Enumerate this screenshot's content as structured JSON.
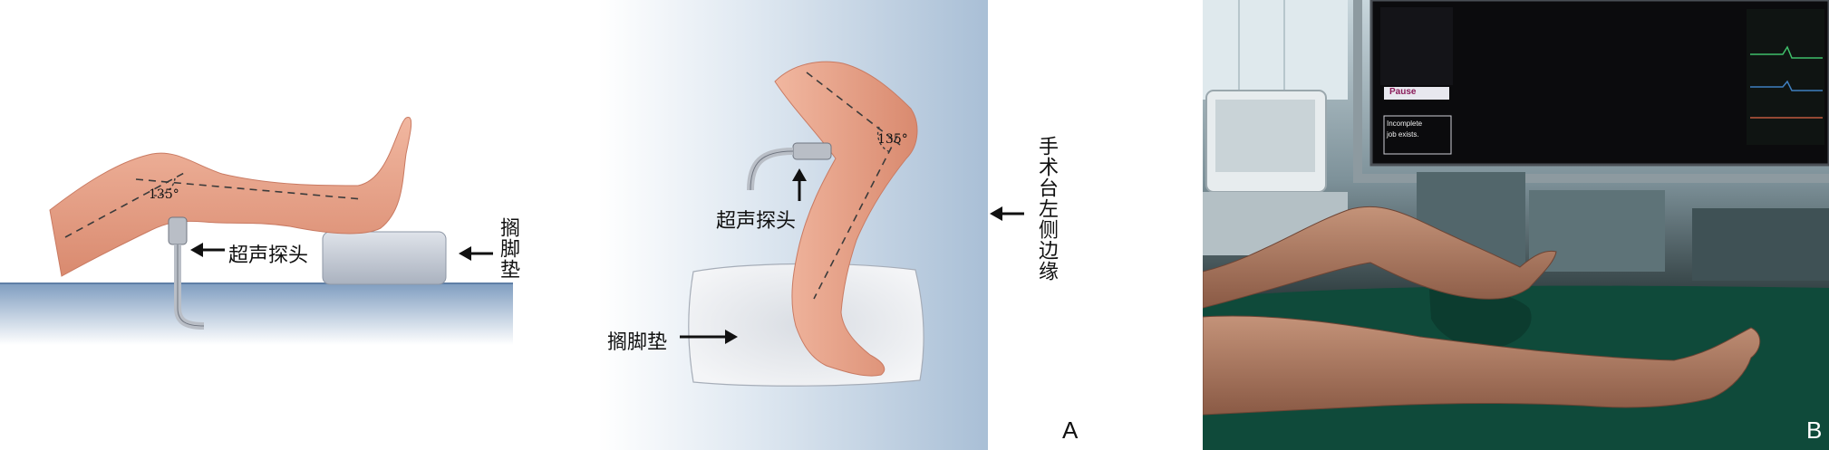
{
  "side_view": {
    "angle": "135°",
    "probe_label": "超声探头",
    "pad_label": "搁脚垫"
  },
  "top_view": {
    "angle": "135°",
    "probe_label": "超声探头",
    "pad_label": "搁脚垫"
  },
  "table_edge": {
    "label": "手术台左侧边缘"
  },
  "panel_letters": {
    "a": "A",
    "b": "B"
  },
  "monitor": {
    "status_label": "Pause",
    "message_line1": "Incomplete",
    "message_line2": "job exists."
  },
  "colors": {
    "skin": "#e8a48a",
    "skin_dark": "#c97a62",
    "table_blue": "#8fa9c9",
    "pad_gray": "#c4cad4",
    "drape_green": "#0f4a3a"
  }
}
